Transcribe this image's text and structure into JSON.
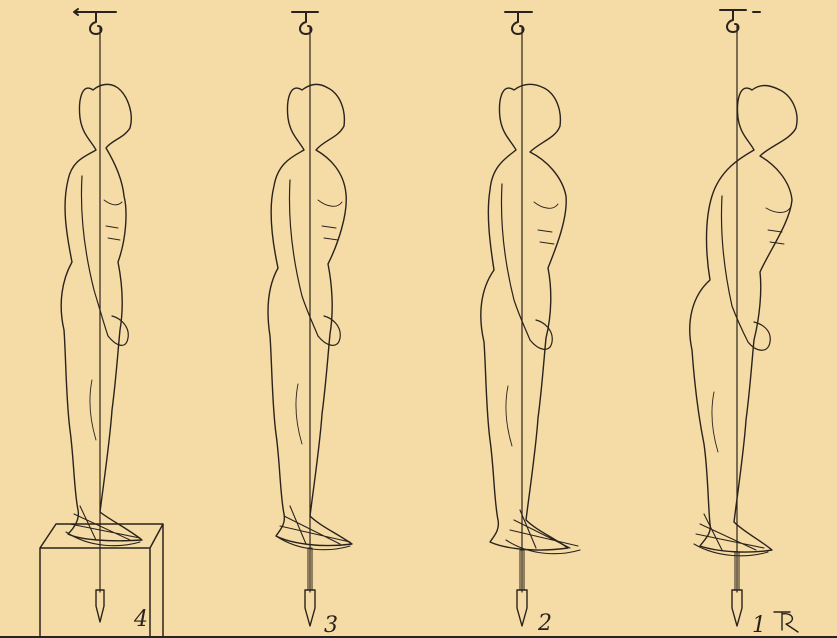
{
  "plate": {
    "background": "#f5dca6",
    "ink": "#2a221c",
    "figures": [
      {
        "number": "4",
        "stands_on": "block"
      },
      {
        "number": "3",
        "stands_on": "floor"
      },
      {
        "number": "2",
        "stands_on": "floor"
      },
      {
        "number": "1",
        "stands_on": "floor"
      }
    ],
    "monogram": "TR"
  }
}
